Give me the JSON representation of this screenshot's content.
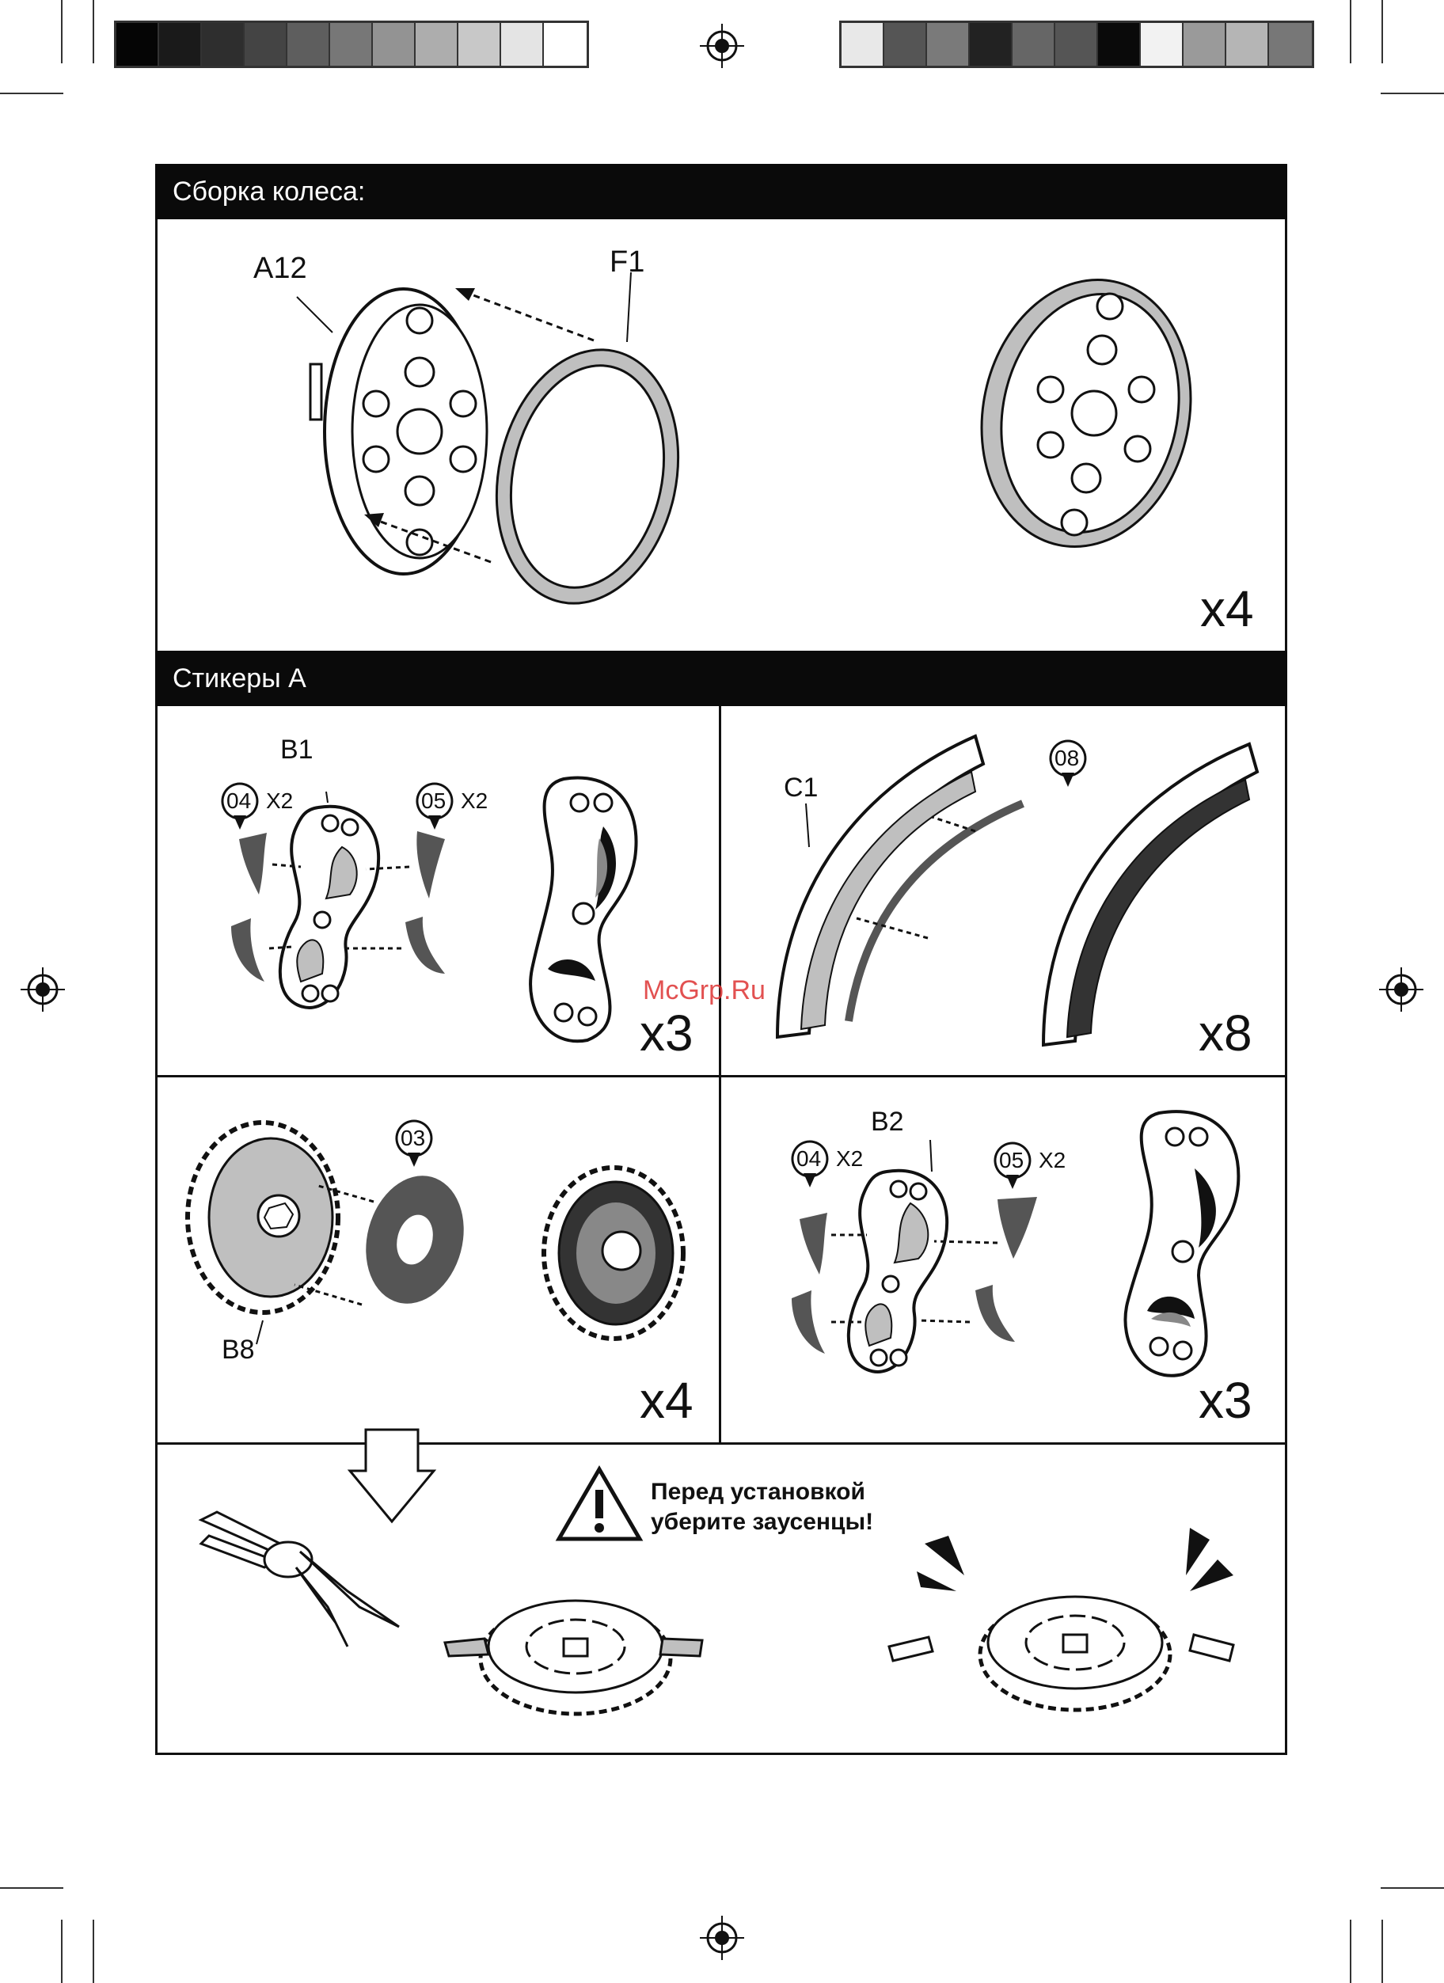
{
  "sections": {
    "wheel": {
      "title": "Сборка колеса:",
      "part_a": "A12",
      "part_f": "F1",
      "multiplier": "x4"
    },
    "stickers": {
      "title": "Стикеры А"
    }
  },
  "panel_b1": {
    "part": "B1",
    "sticker_left": "04",
    "qty_left": "X2",
    "sticker_right": "05",
    "qty_right": "X2",
    "multiplier": "x3"
  },
  "panel_c1": {
    "part": "C1",
    "sticker": "08",
    "multiplier": "x8"
  },
  "panel_b8": {
    "part": "B8",
    "sticker": "03",
    "multiplier": "x4"
  },
  "panel_b2": {
    "part": "B2",
    "sticker_left": "04",
    "qty_left": "X2",
    "sticker_right": "05",
    "qty_right": "X2",
    "multiplier": "x3"
  },
  "warning": {
    "line1": "Перед установкой",
    "line2": "уберите заусенцы!"
  },
  "watermark": "McGrp.Ru",
  "colors": {
    "sticker_gray": "#555555",
    "light_gray": "#bfbfbf",
    "ink": "#111111"
  }
}
